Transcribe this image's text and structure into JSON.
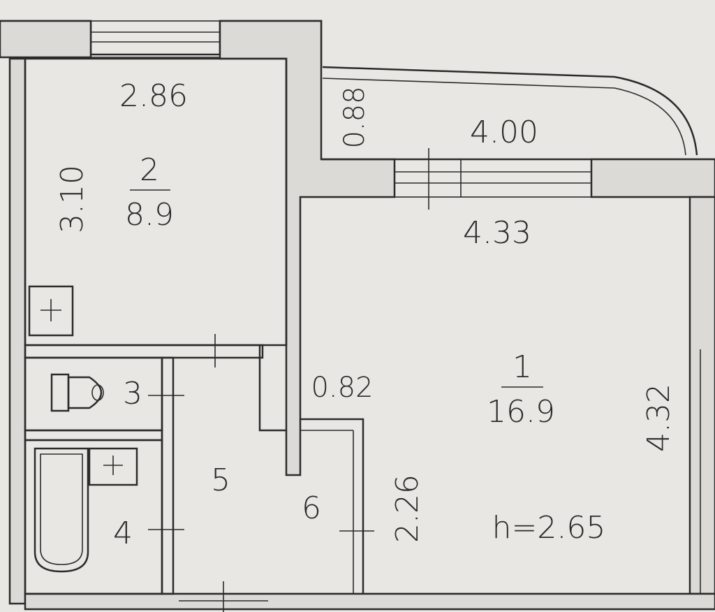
{
  "rooms": {
    "room1": {
      "number": "1",
      "area": "16.9"
    },
    "room2": {
      "number": "2",
      "area": "8.9"
    },
    "room3": {
      "number": "3"
    },
    "room4": {
      "number": "4"
    },
    "room5": {
      "number": "5"
    },
    "room6": {
      "number": "6"
    }
  },
  "dimensions": {
    "room2_width": "2.86",
    "room2_length": "3.10",
    "balcony_depth": "0.88",
    "balcony_length": "4.00",
    "room1_width": "4.33",
    "room1_length": "4.32",
    "passage_width": "0.82",
    "room6_length": "2.26"
  },
  "ceiling_height": "h=2.65"
}
